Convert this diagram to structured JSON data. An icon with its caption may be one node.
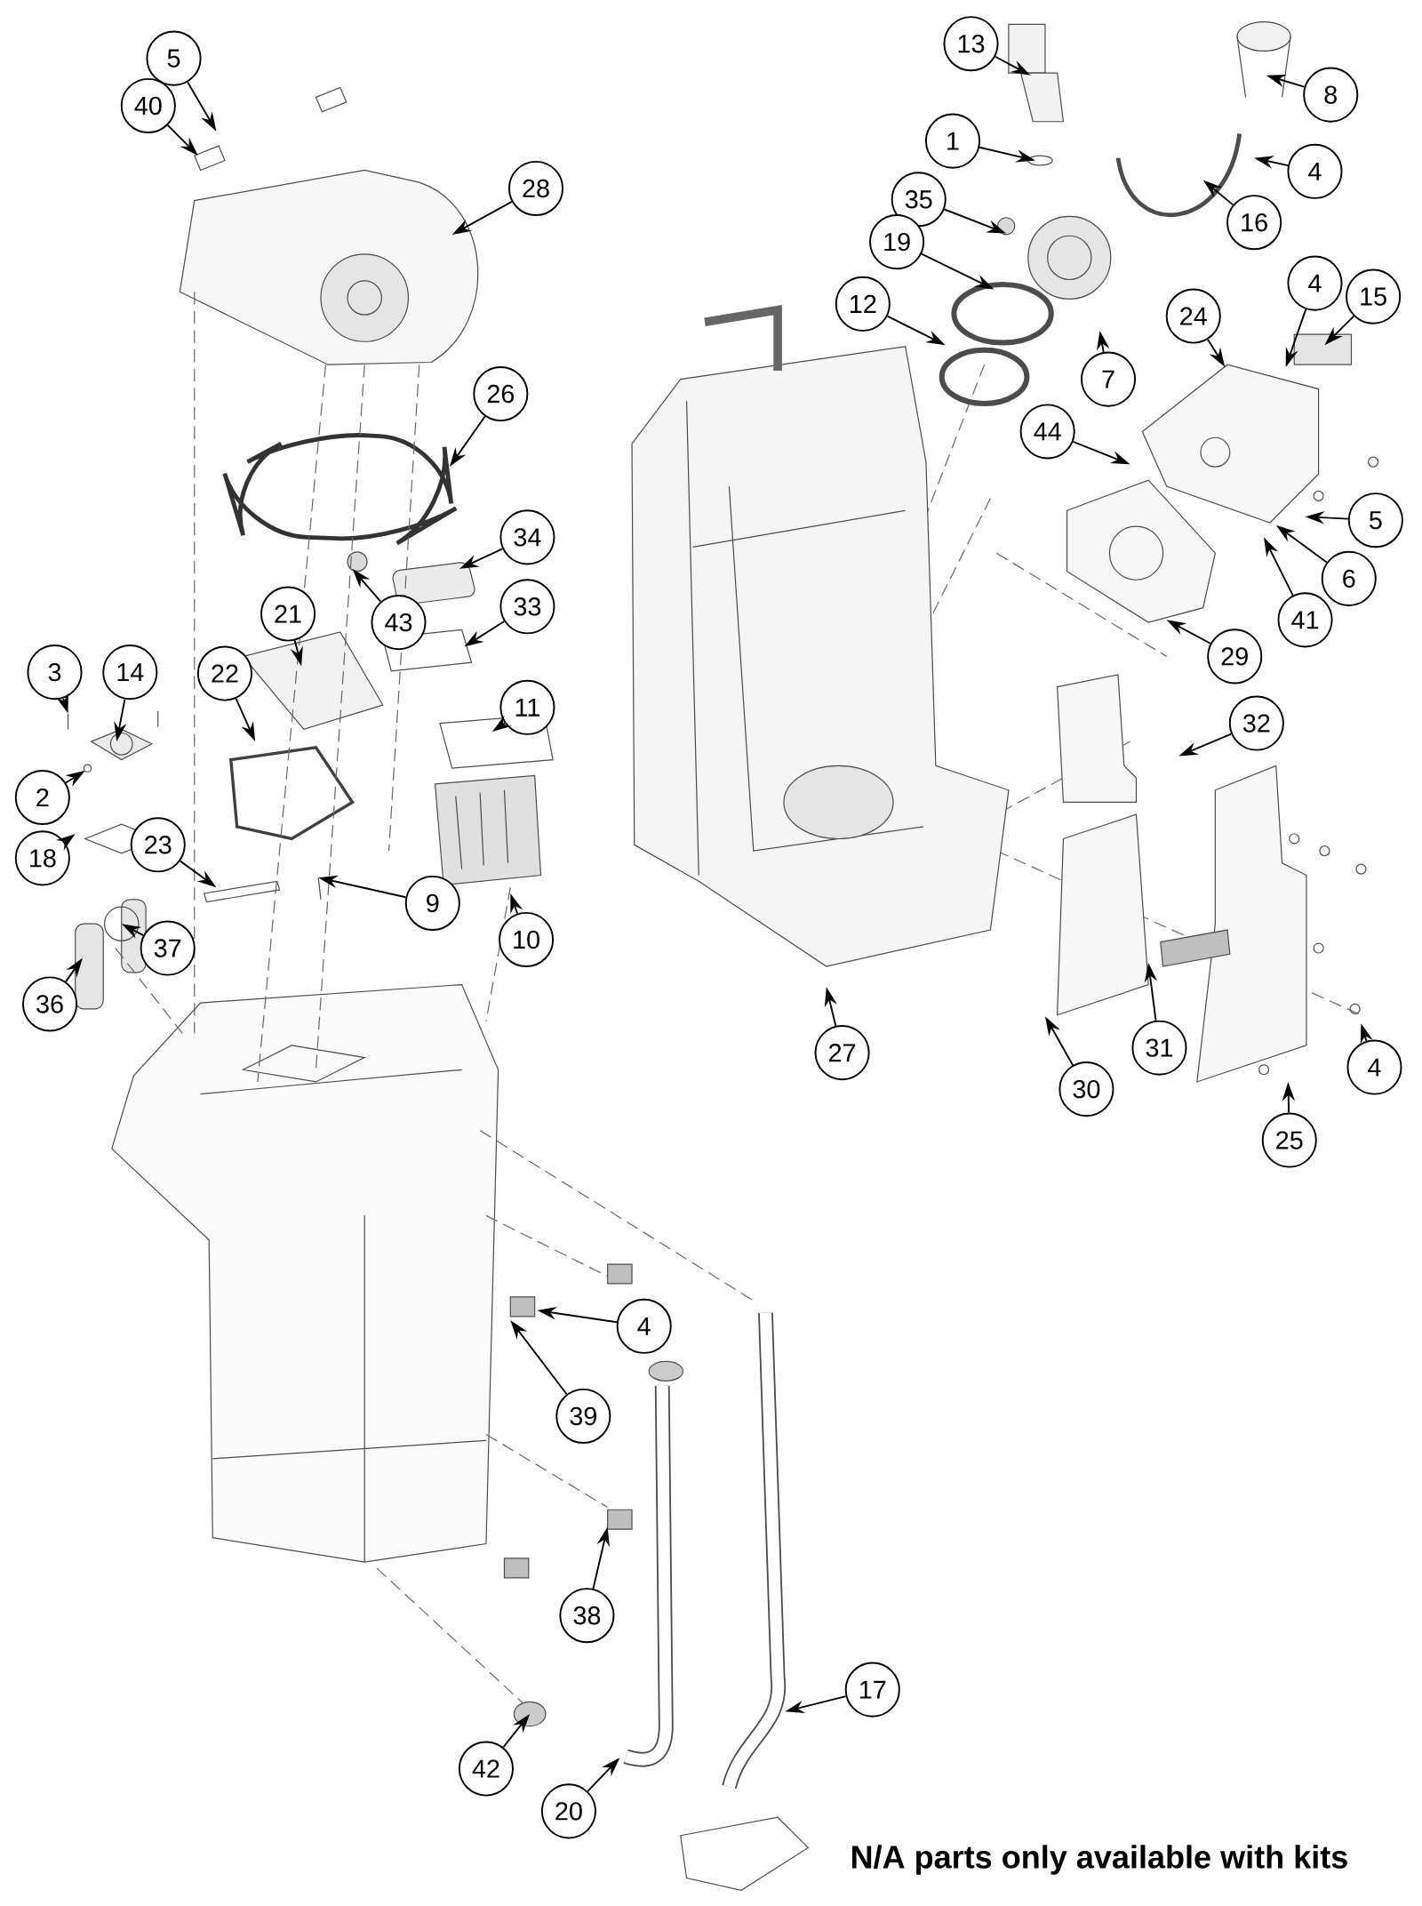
{
  "diagram": {
    "nodes": [
      {
        "text": [
          "13"
        ]
      },
      {
        "text": [
          "5"
        ]
      },
      {
        "text": [
          "8"
        ]
      },
      {
        "text": [
          "40"
        ]
      },
      {
        "text": [
          "1"
        ]
      },
      {
        "text": [
          "4"
        ]
      },
      {
        "text": [
          "35"
        ]
      },
      {
        "text": [
          "28"
        ]
      },
      {
        "text": [
          "16"
        ]
      },
      {
        "text": [
          "19"
        ]
      },
      {
        "text": [
          "4"
        ]
      },
      {
        "text": [
          "15"
        ]
      },
      {
        "text": [
          "12"
        ]
      },
      {
        "text": [
          "24"
        ]
      },
      {
        "text": [
          "7"
        ]
      },
      {
        "text": [
          "26"
        ]
      },
      {
        "text": [
          "44"
        ]
      },
      {
        "text": [
          "5"
        ]
      },
      {
        "text": [
          "34"
        ]
      },
      {
        "text": [
          "6"
        ]
      },
      {
        "text": [
          "33"
        ]
      },
      {
        "text": [
          "21"
        ]
      },
      {
        "text": [
          "43"
        ]
      },
      {
        "text": [
          "41"
        ]
      },
      {
        "text": [
          "29"
        ]
      },
      {
        "text": [
          "3"
        ]
      },
      {
        "text": [
          "14"
        ]
      },
      {
        "text": [
          "22"
        ]
      },
      {
        "text": [
          "11"
        ]
      },
      {
        "text": [
          "32"
        ]
      },
      {
        "text": [
          "2"
        ]
      },
      {
        "text": [
          "23"
        ]
      },
      {
        "text": [
          "18"
        ]
      },
      {
        "text": [
          "9"
        ]
      },
      {
        "text": [
          "10"
        ]
      },
      {
        "text": [
          "37"
        ]
      },
      {
        "text": [
          "36"
        ]
      },
      {
        "text": [
          "31"
        ]
      },
      {
        "text": [
          "27"
        ]
      },
      {
        "text": [
          "4"
        ]
      },
      {
        "text": [
          "30"
        ]
      },
      {
        "text": [
          "25"
        ]
      },
      {
        "text": [
          "4"
        ]
      },
      {
        "text": [
          "39"
        ]
      },
      {
        "text": [
          "38"
        ]
      },
      {
        "text": [
          "17"
        ]
      },
      {
        "text": [
          "42"
        ]
      },
      {
        "text": [
          "20"
        ]
      }
    ],
    "edges": [
      {
        "from": 0,
        "to": null,
        "arrow": "to"
      },
      {
        "from": 1,
        "to": null,
        "arrow": "to"
      },
      {
        "from": 2,
        "to": null,
        "arrow": "to"
      },
      {
        "from": 3,
        "to": null,
        "arrow": "to"
      },
      {
        "from": 4,
        "to": null,
        "arrow": "to"
      },
      {
        "from": 5,
        "to": null,
        "arrow": "to"
      },
      {
        "from": 6,
        "to": null,
        "arrow": "to"
      },
      {
        "from": 7,
        "to": null,
        "arrow": "to"
      },
      {
        "from": 8,
        "to": null,
        "arrow": "to"
      },
      {
        "from": 9,
        "to": null,
        "arrow": "to"
      },
      {
        "from": 10,
        "to": null,
        "arrow": "to"
      },
      {
        "from": 11,
        "to": null,
        "arrow": "to"
      },
      {
        "from": 12,
        "to": null,
        "arrow": "to"
      },
      {
        "from": 13,
        "to": null,
        "arrow": "to"
      },
      {
        "from": 14,
        "to": null,
        "arrow": "to"
      },
      {
        "from": 15,
        "to": null,
        "arrow": "to"
      },
      {
        "from": 16,
        "to": null,
        "arrow": "to"
      },
      {
        "from": 17,
        "to": null,
        "arrow": "to"
      },
      {
        "from": 18,
        "to": null,
        "arrow": "to"
      },
      {
        "from": 19,
        "to": null,
        "arrow": "to"
      },
      {
        "from": 20,
        "to": null,
        "arrow": "to"
      },
      {
        "from": 21,
        "to": null,
        "arrow": "to"
      },
      {
        "from": 22,
        "to": null,
        "arrow": "to"
      },
      {
        "from": 23,
        "to": null,
        "arrow": "to"
      },
      {
        "from": 24,
        "to": null,
        "arrow": "to"
      },
      {
        "from": 25,
        "to": null,
        "arrow": "to"
      },
      {
        "from": 26,
        "to": null,
        "arrow": "to"
      },
      {
        "from": 27,
        "to": null,
        "arrow": "to"
      },
      {
        "from": 28,
        "to": null,
        "arrow": "to"
      },
      {
        "from": 29,
        "to": null,
        "arrow": "to"
      },
      {
        "from": 30,
        "to": null,
        "arrow": "to"
      },
      {
        "from": 31,
        "to": null,
        "arrow": "to"
      },
      {
        "from": 32,
        "to": null,
        "arrow": "to"
      },
      {
        "from": 33,
        "to": null,
        "arrow": "to"
      },
      {
        "from": 34,
        "to": null,
        "arrow": "to"
      },
      {
        "from": 35,
        "to": null,
        "arrow": "to"
      },
      {
        "from": 36,
        "to": null,
        "arrow": "to"
      },
      {
        "from": 37,
        "to": null,
        "arrow": "to"
      },
      {
        "from": 38,
        "to": null,
        "arrow": "to"
      },
      {
        "from": 39,
        "to": null,
        "arrow": "to"
      },
      {
        "from": 40,
        "to": null,
        "arrow": "to"
      },
      {
        "from": 41,
        "to": null,
        "arrow": "to"
      },
      {
        "from": 42,
        "to": null,
        "arrow": "to"
      },
      {
        "from": 43,
        "to": null,
        "arrow": "to"
      },
      {
        "from": 44,
        "to": null,
        "arrow": "to"
      },
      {
        "from": 45,
        "to": null,
        "arrow": "to"
      },
      {
        "from": 46,
        "to": null,
        "arrow": "to"
      },
      {
        "from": 47,
        "to": null,
        "arrow": "to"
      }
    ],
    "labels": [
      "N/A parts only available with kits"
    ]
  }
}
